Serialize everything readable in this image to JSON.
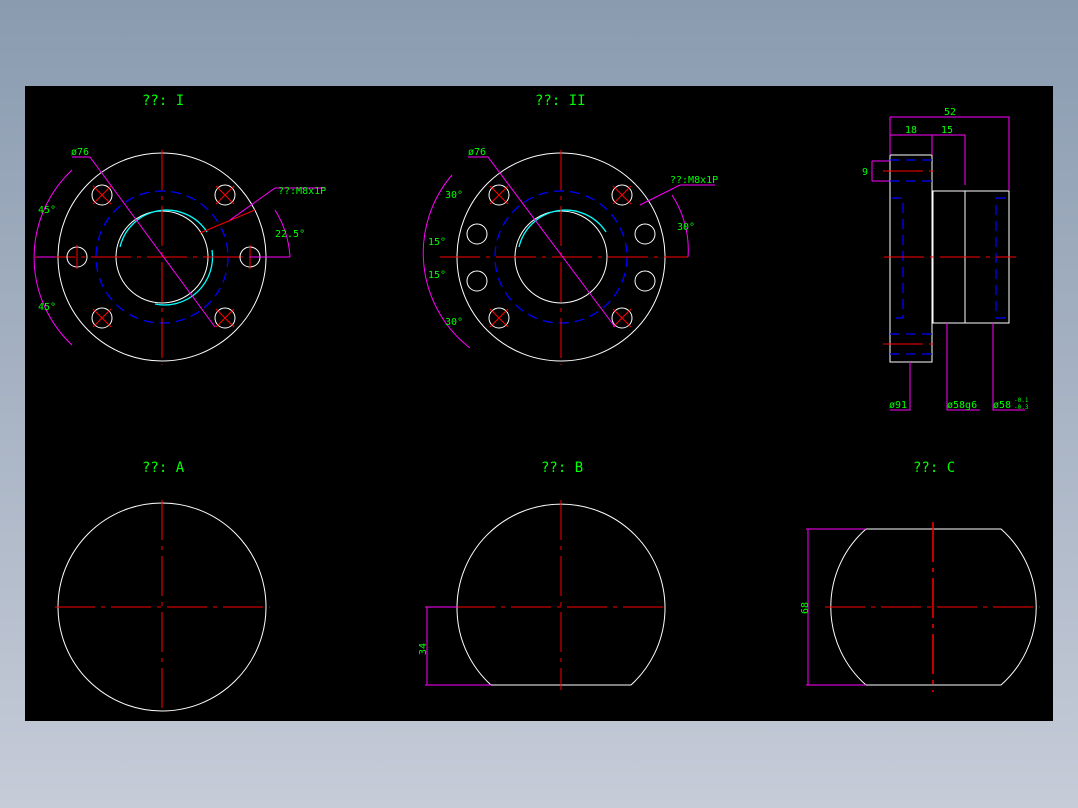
{
  "views": {
    "view_1": {
      "title": "??: I",
      "dia": "ø76",
      "thread": "??:M8x1P",
      "angle_a": "22.5°",
      "angle_b": "45°",
      "angle_c": "45°"
    },
    "view_2": {
      "title": "??: II",
      "dia": "ø76",
      "thread": "??:M8x1P",
      "angle_r": "30°",
      "a1": "30°",
      "a2": "15°",
      "a3": "15°",
      "a4": "30°"
    },
    "side": {
      "d52": "52",
      "d18": "18",
      "d15": "15",
      "d9": "9",
      "d91": "ø91",
      "d58g6": "ø58g6",
      "d58": "ø58",
      "tol_up": "-0.1",
      "tol_lo": "-0.3"
    },
    "view_a": {
      "title": "??: A"
    },
    "view_b": {
      "title": "??: B",
      "dim": "34"
    },
    "view_c": {
      "title": "??: C",
      "dim": "68"
    }
  },
  "colors": {
    "background": "#000000",
    "outline": "#ffffff",
    "center": "#ff0000",
    "hidden": "#0000ff",
    "dimension": "#ff00ff",
    "text": "#00ff00"
  }
}
